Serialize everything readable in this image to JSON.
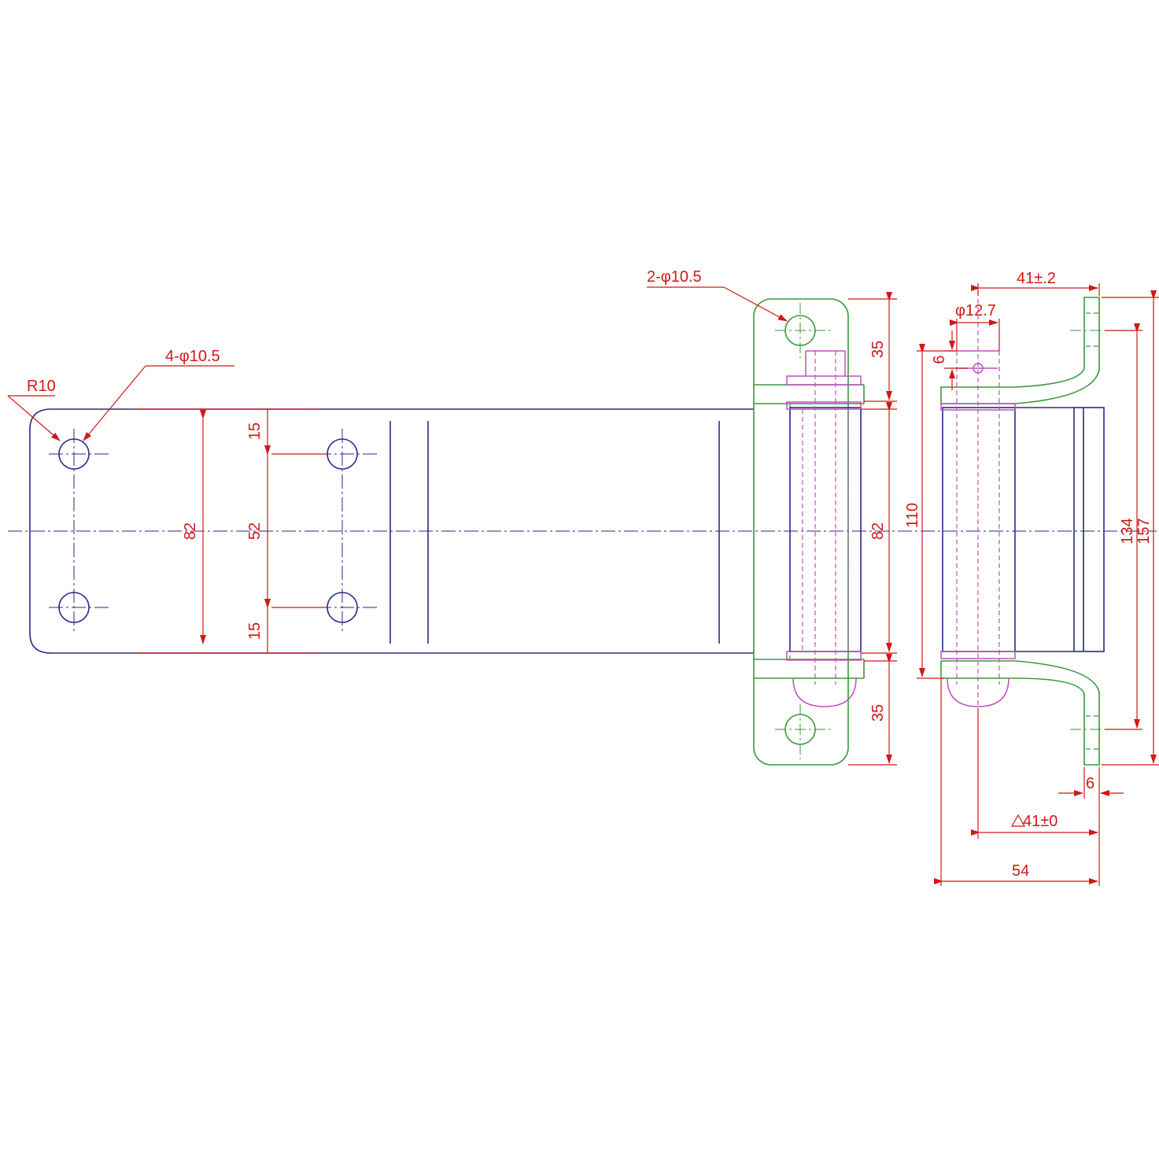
{
  "callouts": {
    "radius": "R10",
    "holes_left": "4-φ10.5",
    "holes_flange": "2-φ10.5",
    "pin_dia": "φ12.7"
  },
  "dims": {
    "left_height": "82",
    "top_offset": "15",
    "hole_spacing": "52",
    "bottom_offset": "15",
    "flange_top": "35",
    "flange_bottom": "35",
    "knuckle_height": "82",
    "side_height": "110",
    "width_top": "41±.2",
    "pin_offset": "6",
    "inner_height": "134",
    "overall_height": "157",
    "thickness": "6",
    "width_bottom": "41±0",
    "overall_width": "54"
  },
  "colors": {
    "outline": "#2a2a8a",
    "flange": "#3a9a3a",
    "pin": "#c050c0",
    "dimension": "#d01818"
  }
}
